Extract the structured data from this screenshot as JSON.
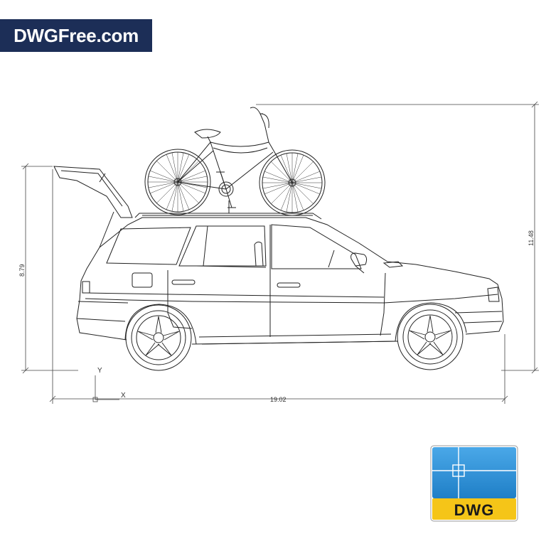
{
  "brand": {
    "text": "DWGFree.com"
  },
  "dimensions": {
    "width_label": "19.02",
    "height_label": "11.48",
    "car_height_label": "8.79"
  },
  "ucs": {
    "x_label": "X",
    "y_label": "Y"
  },
  "badge": {
    "label": "DWG"
  },
  "colors": {
    "brand_bg": "#1c2e57",
    "badge_blue": "#2c8fd6",
    "badge_yellow": "#f5c518",
    "line": "#1a1a1a"
  }
}
